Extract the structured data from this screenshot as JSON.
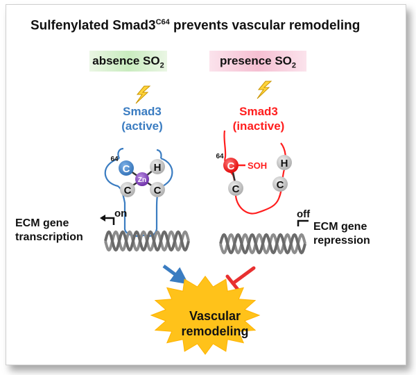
{
  "title": {
    "main": "Sulfenylated Smad3",
    "sup": "C64",
    "rest": " prevents vascular remodeling"
  },
  "conditions": {
    "absence": {
      "text": "absence SO",
      "sub": "2"
    },
    "presence": {
      "text": "presence SO",
      "sub": "2"
    }
  },
  "smad_active": {
    "line1": "Smad3",
    "line2": "(active)"
  },
  "smad_inactive": {
    "line1": "Smad3",
    "line2": "(inactive)"
  },
  "nodes": {
    "c": "C",
    "h": "H",
    "zn": "Zn",
    "soh": "SOH",
    "residue": "64"
  },
  "gene_left": {
    "line1": "ECM gene",
    "line2": "transcription",
    "state": "on"
  },
  "gene_right": {
    "line1": "ECM gene",
    "line2": "repression",
    "state": "off"
  },
  "outcome": {
    "line1": "Vascular",
    "line2": "remodeling"
  },
  "colors": {
    "active": "#3a7cc1",
    "inactive": "#ff1e1e",
    "zinc": "#7a3fb0",
    "star": "#ffc21a",
    "node": "#c8c8c8",
    "dna": "#8a8a8a"
  }
}
